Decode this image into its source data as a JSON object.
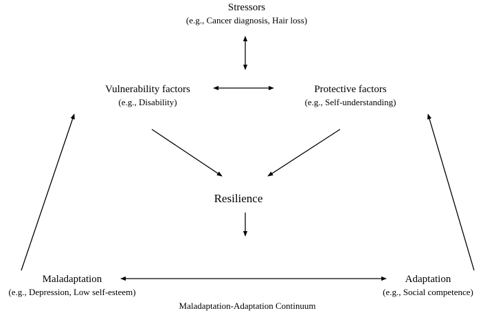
{
  "stressors": {
    "title": "Stressors",
    "example": "(e.g., Cancer diagnosis, Hair loss)"
  },
  "vulnerability": {
    "title": "Vulnerability factors",
    "example": "(e.g., Disability)"
  },
  "protective": {
    "title": "Protective factors",
    "example": "(e.g., Self-understanding)"
  },
  "resilience": {
    "title": "Resilience"
  },
  "maladaptation": {
    "title": "Maladaptation",
    "example": "(e.g., Depression, Low self-esteem)"
  },
  "adaptation": {
    "title": "Adaptation",
    "example": "(e.g., Social competence)"
  },
  "continuum": {
    "label": "Maladaptation-Adaptation Continuum"
  },
  "colors": {
    "line": "#000000",
    "background": "#ffffff"
  }
}
